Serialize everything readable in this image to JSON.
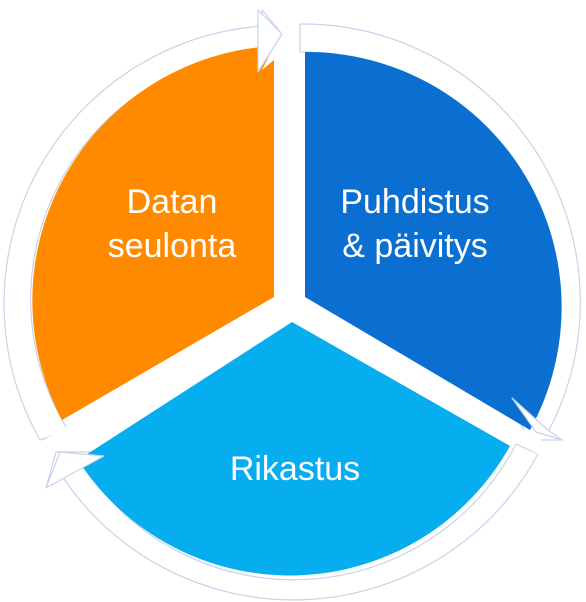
{
  "diagram": {
    "segments": [
      {
        "id": "screening",
        "label": "Datan\nseulonta",
        "color": "#FF8A00"
      },
      {
        "id": "cleaning",
        "label": "Puhdistus\n& päivitys",
        "color": "#0A6FD1"
      },
      {
        "id": "enrichment",
        "label": "Rikastus",
        "color": "#06ADEF"
      }
    ],
    "ring_color": "#C7D3EA"
  }
}
